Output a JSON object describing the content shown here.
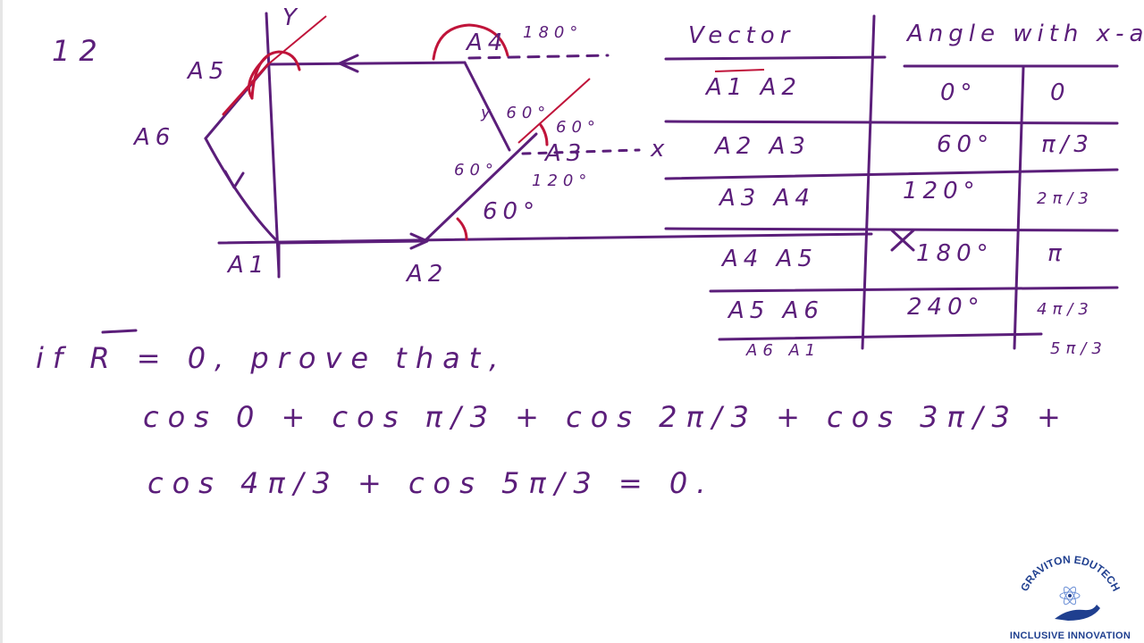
{
  "problem_number": "12",
  "diagram": {
    "y_label": "Y",
    "x_label": "x",
    "vertices": [
      "A1",
      "A2",
      "A3",
      "A4",
      "A5",
      "A6"
    ],
    "angle_labels": {
      "a3_top": "y 60°",
      "a3_right": "60°",
      "a3_left": "60°",
      "a3_bottom": "120°",
      "a2": "60°",
      "a4": "180°"
    }
  },
  "table": {
    "headers": [
      "Vector",
      "Angle with x-axis"
    ],
    "rows": [
      {
        "vector": "A1 A2",
        "degrees": "0°",
        "radians": "0"
      },
      {
        "vector": "A2 A3",
        "degrees": "60°",
        "radians": "π/3"
      },
      {
        "vector": "A3 A4",
        "degrees": "120°",
        "radians": "2π/3"
      },
      {
        "vector": "A4 A5",
        "degrees": "180°",
        "radians": "π"
      },
      {
        "vector": "A5 A6",
        "degrees": "240°",
        "radians": "4π/3"
      },
      {
        "vector": "A6 A1",
        "degrees": "",
        "radians": "5π/3"
      }
    ]
  },
  "statement": {
    "line1": "if R = 0, prove that,",
    "line2": "cos 0 + cos π/3 + cos 2π/3 + cos 3π/3 +",
    "line3": "cos 4π/3 + cos 5π/3 = 0."
  },
  "logo": {
    "top_text": "GRAVITON EDUTECH",
    "bottom_text": "INCLUSIVE INNOVATION",
    "icon": "atom-hand-icon",
    "color": "#1f3f8f"
  },
  "colors": {
    "ink": "#5b1e7a",
    "accent": "#c0143a"
  }
}
